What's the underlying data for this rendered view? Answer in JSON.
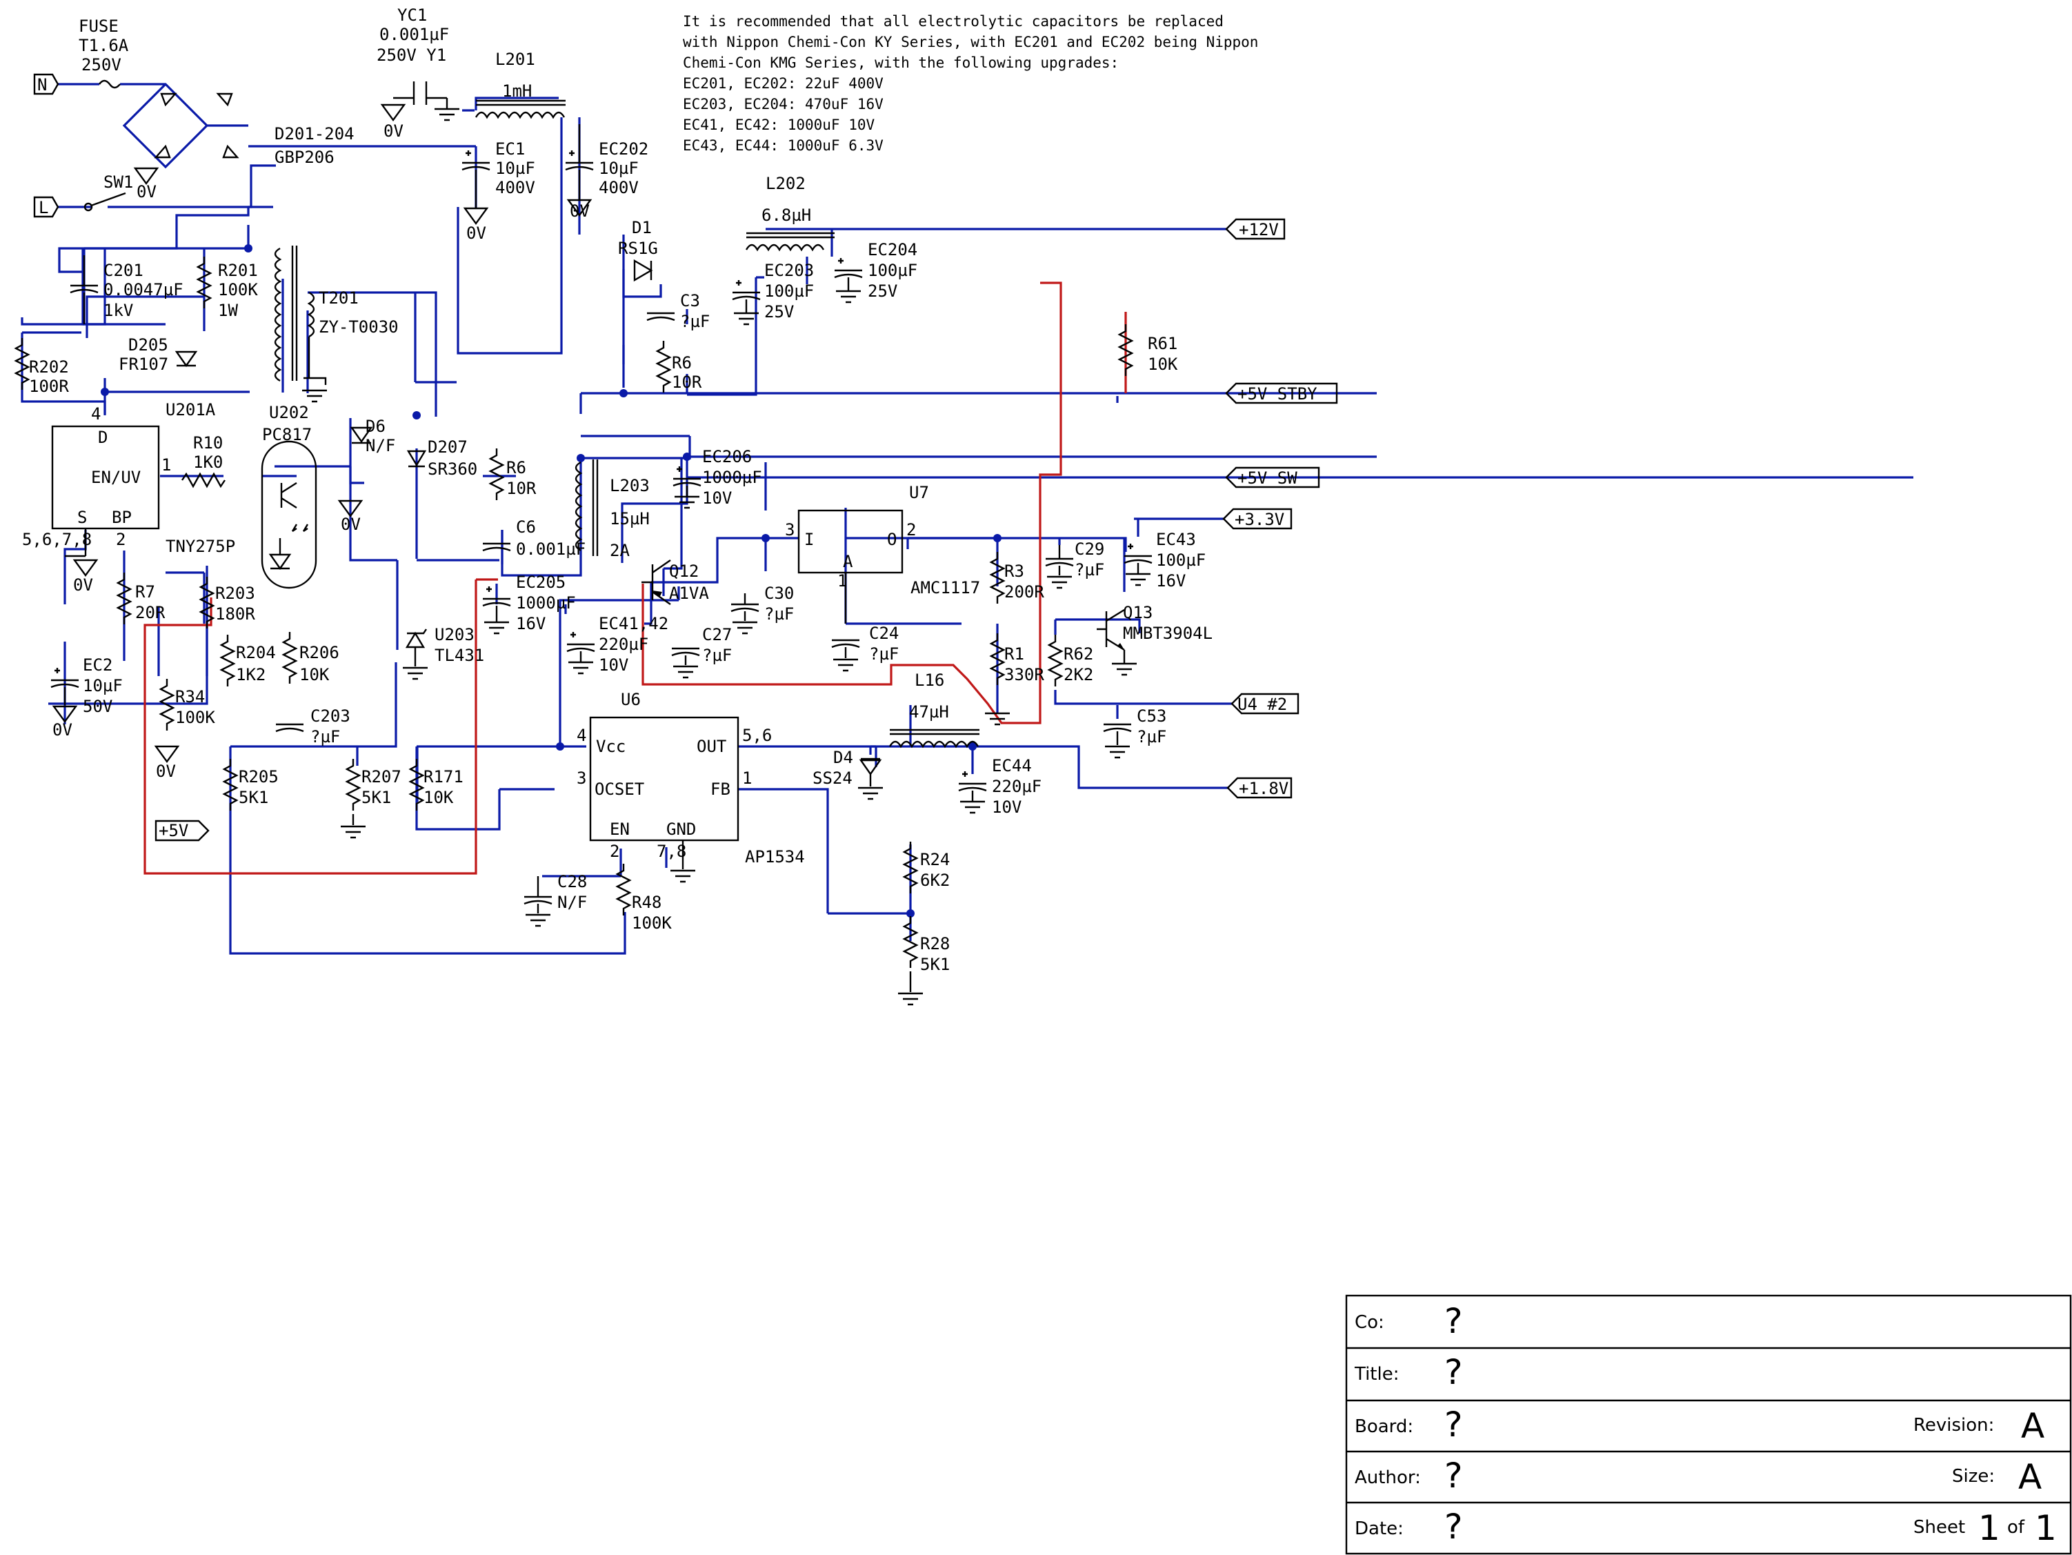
{
  "note": [
    "It is recommended that all electrolytic capacitors be replaced",
    "with Nippon Chemi-Con KY Series, with EC201 and EC202 being Nippon",
    "Chemi-Con KMG Series, with the following upgrades:",
    "EC201, EC202: 22uF 400V",
    "EC203, EC204: 470uF 16V",
    "EC41, EC42: 1000uF 10V",
    "EC43, EC44: 1000uF 6.3V"
  ],
  "ports": {
    "n": "N",
    "l": "L",
    "p12v": "+12V",
    "p5v_stby": "+5V_STBY",
    "p5v_sw": "+5V_SW",
    "p3v3": "+3.3V",
    "u4": "U4 #2",
    "p1v8": "+1.8V",
    "p5v": "+5V"
  },
  "labels": {
    "fuse": [
      "FUSE",
      "T1.6A",
      "250V"
    ],
    "yc1": [
      "YC1",
      "0.001µF",
      "250V  Y1"
    ],
    "l201": [
      "L201",
      "1mH"
    ],
    "ec1": [
      "EC1",
      "10µF",
      "400V"
    ],
    "ec202": [
      "EC202",
      "10µF",
      "400V"
    ],
    "d201": [
      "D201-204",
      "GBP206"
    ],
    "sw1": "SW1",
    "c201": [
      "C201",
      "0.0047µF",
      "1kV"
    ],
    "r201": [
      "R201",
      "100K",
      "1W"
    ],
    "t201": [
      "T201",
      "ZY-T0030"
    ],
    "d205": [
      "D205",
      "FR107"
    ],
    "r202": [
      "R202",
      "100R"
    ],
    "u201": [
      "U201A",
      "TNY275P"
    ],
    "u201_pins": [
      "D",
      "EN/UV",
      "S",
      "BP",
      "4",
      "1",
      "5,6,7,8",
      "2"
    ],
    "r10": [
      "R10",
      "1K0"
    ],
    "u202": [
      "U202",
      "PC817"
    ],
    "d6": [
      "D6",
      "N/F"
    ],
    "d207": [
      "D207",
      "SR360"
    ],
    "r6a": [
      "R6",
      "10R"
    ],
    "c6": [
      "C6",
      "0.001µF"
    ],
    "l203": [
      "L203",
      "15µH",
      "2A"
    ],
    "ec205": [
      "EC205",
      "1000µF",
      "16V"
    ],
    "d1": [
      "D1",
      "RS1G"
    ],
    "c3": [
      "C3",
      "?µF"
    ],
    "r6b": [
      "R6",
      "10R"
    ],
    "l202": [
      "L202",
      "6.8µH"
    ],
    "ec203": [
      "EC203",
      "100µF",
      "25V"
    ],
    "ec204": [
      "EC204",
      "100µF",
      "25V"
    ],
    "r61": [
      "R61",
      "10K"
    ],
    "ec206": [
      "EC206",
      "1000µF",
      "10V"
    ],
    "u7": [
      "U7",
      "AMC1117"
    ],
    "u7_pins": [
      "I",
      "O",
      "A",
      "3",
      "2",
      "1"
    ],
    "c29": [
      "C29",
      "?µF"
    ],
    "ec43": [
      "EC43",
      "100µF",
      "16V"
    ],
    "r3": [
      "R3",
      "200R"
    ],
    "r1": [
      "R1",
      "330R"
    ],
    "q12": [
      "Q12",
      "A1VA"
    ],
    "c30": [
      "C30",
      "?µF"
    ],
    "c24": [
      "C24",
      "?µF"
    ],
    "ec4142": [
      "EC41,42",
      "220µF",
      "10V"
    ],
    "c27": [
      "C27",
      "?µF"
    ],
    "q13": [
      "Q13",
      "MMBT3904L"
    ],
    "r62": [
      "R62",
      "2K2"
    ],
    "c53": [
      "C53",
      "?µF"
    ],
    "l16": "L16",
    "r7": [
      "R7",
      "20R"
    ],
    "ec2": [
      "EC2",
      "10µF",
      "50V"
    ],
    "r203": [
      "R203",
      "180R"
    ],
    "r204": [
      "R204",
      "1K2"
    ],
    "r206": [
      "R206",
      "10K"
    ],
    "u203": [
      "U203",
      "TL431"
    ],
    "r34": [
      "R34",
      "100K"
    ],
    "c203": [
      "C203",
      "?µF"
    ],
    "r205": [
      "R205",
      "5K1"
    ],
    "r207": [
      "R207",
      "5K1"
    ],
    "r171": [
      "R171",
      "10K"
    ],
    "u6": [
      "U6",
      "AP1534"
    ],
    "u6_pins": [
      "Vcc",
      "OUT",
      "OCSET",
      "FB",
      "EN",
      "GND",
      "4",
      "5,6",
      "3",
      "1",
      "2",
      "7,8"
    ],
    "l47": "47µH",
    "d4": [
      "D4",
      "SS24"
    ],
    "ec44": [
      "EC44",
      "220µF",
      "10V"
    ],
    "c28": [
      "C28",
      "N/F"
    ],
    "r48": [
      "R48",
      "100K"
    ],
    "r24": [
      "R24",
      "6K2"
    ],
    "r28": [
      "R28",
      "5K1"
    ],
    "ov": "0V"
  },
  "title_block": {
    "co_label": "Co:",
    "co_value": "?",
    "title_label": "Title:",
    "title_value": "?",
    "board_label": "Board:",
    "board_value": "?",
    "revision_label": "Revision:",
    "revision_value": "A",
    "author_label": "Author:",
    "author_value": "?",
    "size_label": "Size:",
    "size_value": "A",
    "date_label": "Date:",
    "date_value": "?",
    "sheet_label": "Sheet",
    "sheet_num": "1",
    "of_label": "of",
    "sheet_total": "1"
  },
  "colors": {
    "wire": "#0a1aa8",
    "red_wire": "#c01818",
    "ink": "#000000"
  }
}
